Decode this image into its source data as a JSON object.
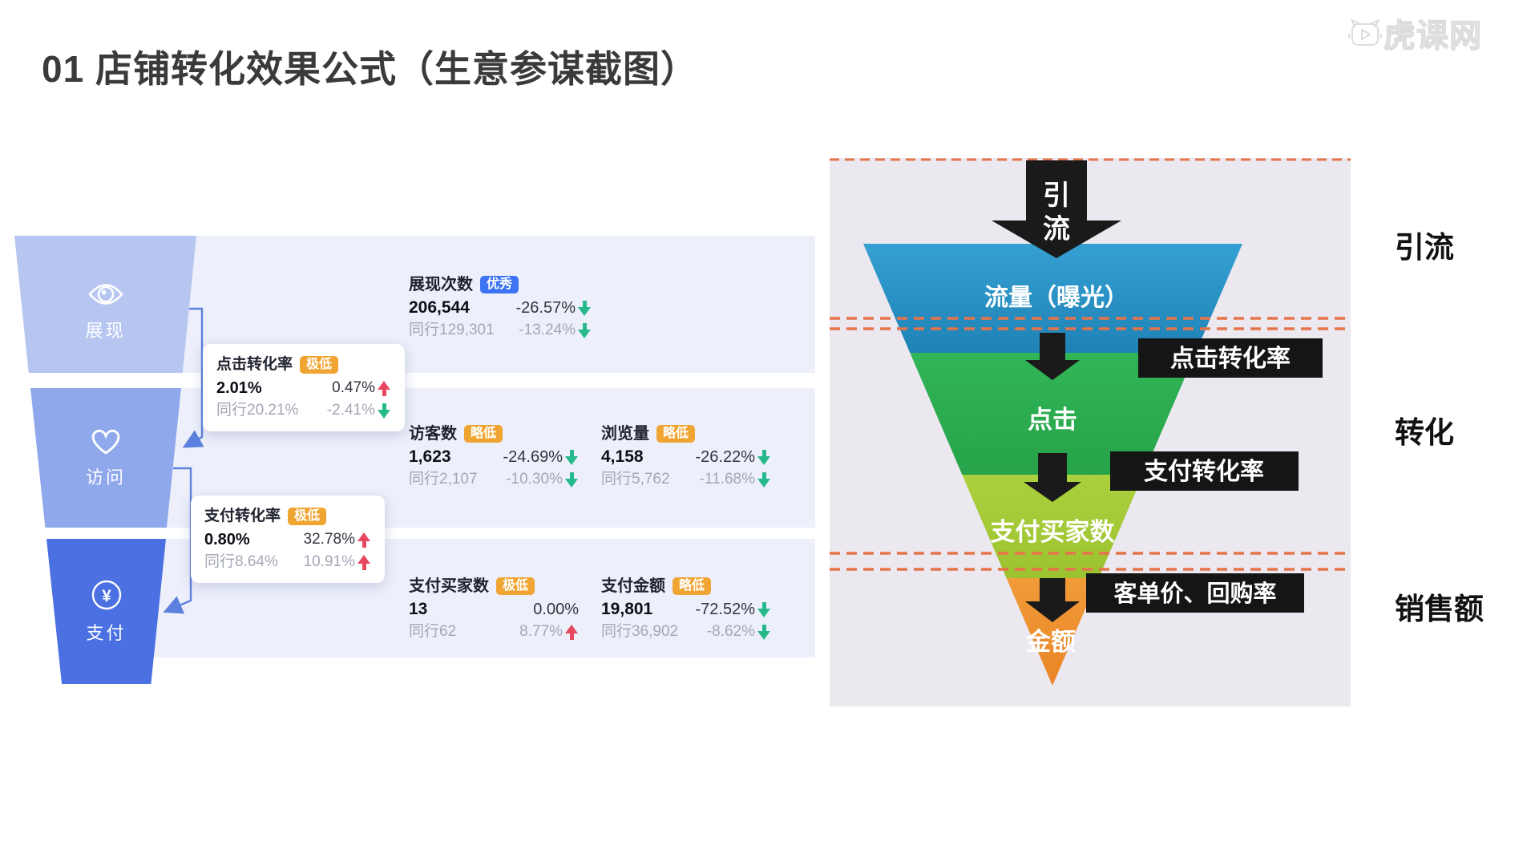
{
  "title": "01 店铺转化效果公式（生意参谋截图）",
  "watermark": "虎课网",
  "left_funnel": {
    "stages": [
      {
        "label": "展现",
        "icon": "eye-icon"
      },
      {
        "label": "访问",
        "icon": "heart-icon"
      },
      {
        "label": "支付",
        "icon": "yen-icon"
      }
    ]
  },
  "metrics": {
    "impressions": {
      "label": "展现次数",
      "badge": "优秀",
      "value": "206,544",
      "change": "-26.57%",
      "peer": "同行129,301",
      "peer_change": "-13.24%"
    },
    "click_rate": {
      "label": "点击转化率",
      "badge": "极低",
      "value": "2.01%",
      "change": "0.47%",
      "peer": "同行20.21%",
      "peer_change": "-2.41%"
    },
    "visitors": {
      "label": "访客数",
      "badge": "略低",
      "value": "1,623",
      "change": "-24.69%",
      "peer": "同行2,107",
      "peer_change": "-10.30%"
    },
    "pageviews": {
      "label": "浏览量",
      "badge": "略低",
      "value": "4,158",
      "change": "-26.22%",
      "peer": "同行5,762",
      "peer_change": "-11.68%"
    },
    "pay_rate": {
      "label": "支付转化率",
      "badge": "极低",
      "value": "0.80%",
      "change": "32.78%",
      "peer": "同行8.64%",
      "peer_change": "10.91%"
    },
    "buyers": {
      "label": "支付买家数",
      "badge": "极低",
      "value": "13",
      "change": "0.00%",
      "peer": "同行62",
      "peer_change": "8.77%"
    },
    "pay_amount": {
      "label": "支付金额",
      "badge": "略低",
      "value": "19,801",
      "change": "-72.52%",
      "peer": "同行36,902",
      "peer_change": "-8.62%"
    }
  },
  "right_funnel": {
    "flow_arrow": {
      "label": "引流",
      "char1": "引",
      "char2": "流"
    },
    "sections": [
      {
        "label": "流量（曝光）",
        "color": "#2d97c9"
      },
      {
        "label": "点击",
        "color": "#2cad4e"
      },
      {
        "label": "支付买家数",
        "color": "#a5cb39"
      },
      {
        "label": "金额",
        "color": "#ef9331"
      }
    ],
    "boxes": [
      {
        "label": "点击转化率"
      },
      {
        "label": "支付转化率"
      },
      {
        "label": "客单价、回购率"
      }
    ],
    "side_labels": [
      {
        "label": "引流"
      },
      {
        "label": "转化"
      },
      {
        "label": "销售额"
      }
    ]
  },
  "colors": {
    "badge_blue": "#3d74f4",
    "badge_orange": "#f0a431",
    "up_red": "#e8485f",
    "down_green": "#27b98c",
    "band": "#edf0fa",
    "diagram_bg": "#ece8f0",
    "dash_orange": "#e5744b"
  }
}
